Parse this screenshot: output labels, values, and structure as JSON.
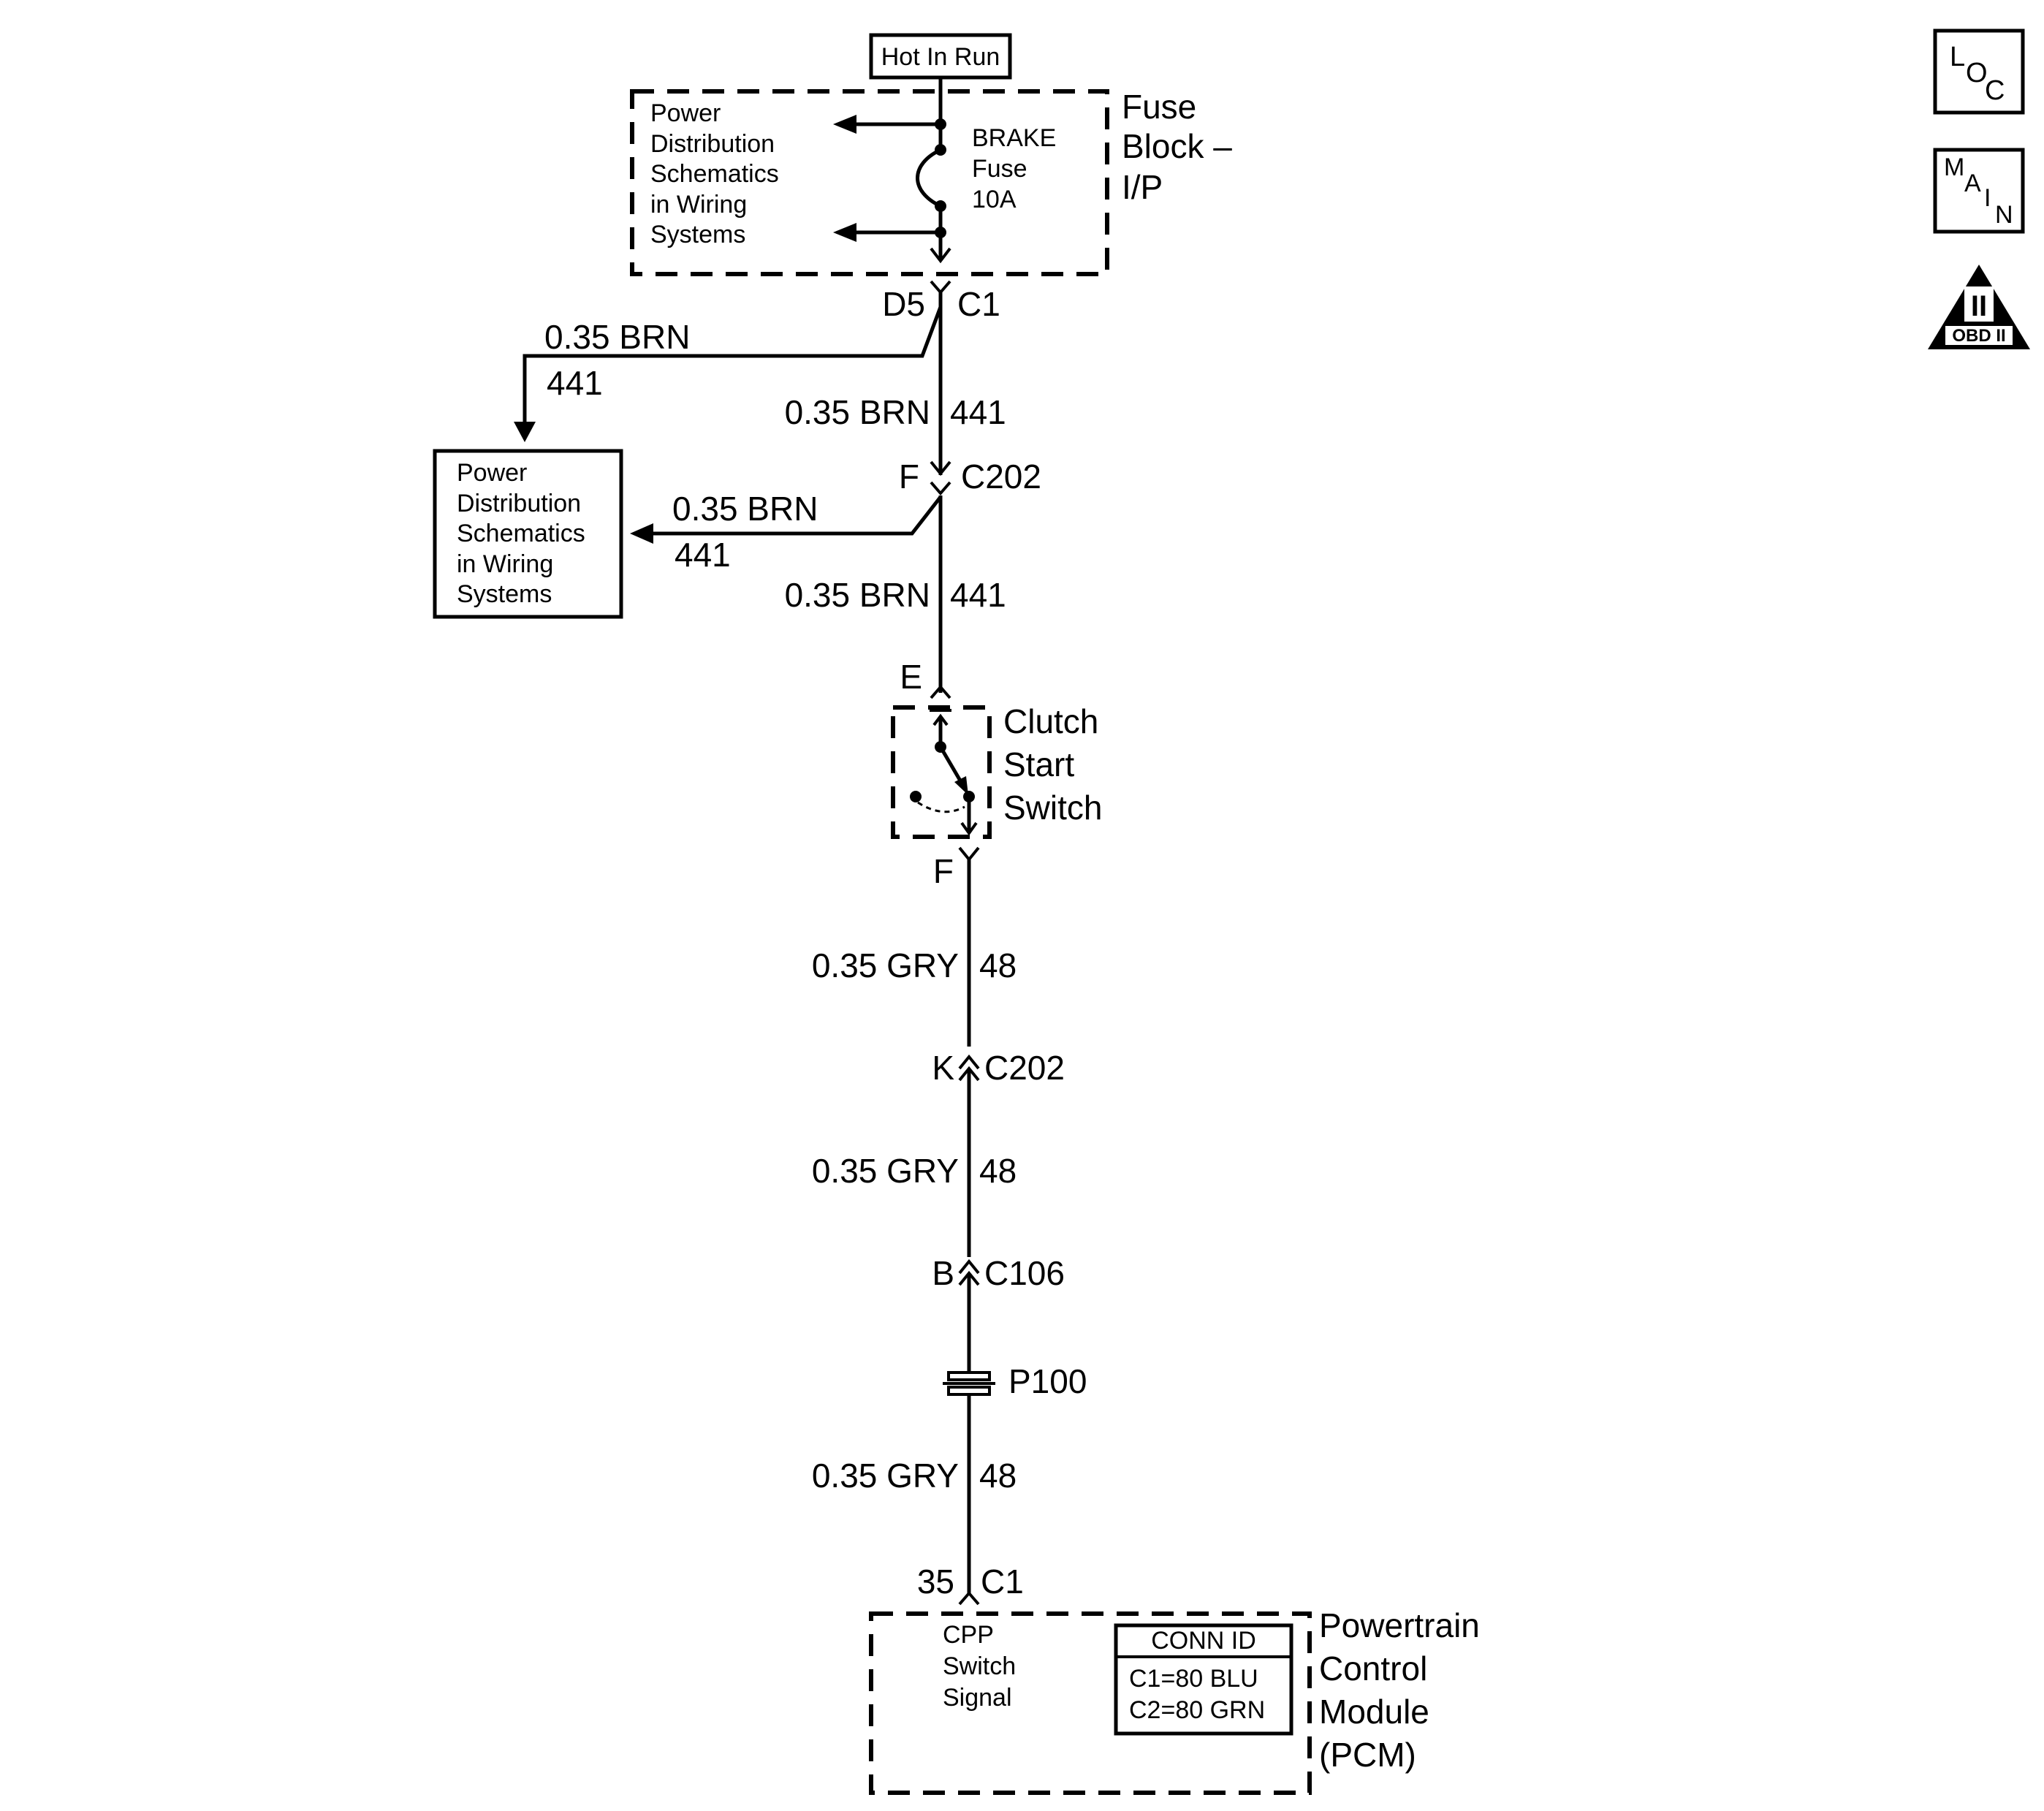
{
  "supply": {
    "label": "Hot In Run"
  },
  "fuse_block": {
    "ref_lines": [
      "Power",
      "Distribution",
      "Schematics",
      "in Wiring",
      "Systems"
    ],
    "fuse_lines": [
      "BRAKE",
      "Fuse",
      "10A"
    ],
    "name_lines": [
      "Fuse",
      "Block –",
      "I/P"
    ],
    "pin": "D5",
    "connector": "C1"
  },
  "branch_left": {
    "wire": "0.35 BRN",
    "circuit": "441"
  },
  "wire_1": {
    "wire": "0.35 BRN",
    "circuit": "441"
  },
  "c202_top": {
    "pin": "F",
    "connector": "C202"
  },
  "branch_mid": {
    "wire": "0.35 BRN",
    "circuit": "441"
  },
  "ref_box": {
    "lines": [
      "Power",
      "Distribution",
      "Schematics",
      "in Wiring",
      "Systems"
    ]
  },
  "wire_2": {
    "wire": "0.35 BRN",
    "circuit": "441"
  },
  "clutch_switch": {
    "pin_in": "E",
    "pin_out": "F",
    "name_lines": [
      "Clutch",
      "Start",
      "Switch"
    ]
  },
  "wire_3": {
    "wire": "0.35 GRY",
    "circuit": "48"
  },
  "c202_bottom": {
    "pin": "K",
    "connector": "C202"
  },
  "wire_4": {
    "wire": "0.35 GRY",
    "circuit": "48"
  },
  "c106": {
    "pin": "B",
    "connector": "C106"
  },
  "pass_through": {
    "label": "P100"
  },
  "wire_5": {
    "wire": "0.35 GRY",
    "circuit": "48"
  },
  "pcm": {
    "pin": "35",
    "connector": "C1",
    "signal_lines": [
      "CPP",
      "Switch",
      "Signal"
    ],
    "conn_id": {
      "title": "CONN ID",
      "rows": [
        "C1=80 BLU",
        "C2=80 GRN"
      ]
    },
    "name_lines": [
      "Powertrain",
      "Control",
      "Module",
      "(PCM)"
    ]
  },
  "side_icons": {
    "loc": [
      "L",
      "O",
      "C"
    ],
    "main": [
      "M",
      "A",
      "I",
      "N"
    ],
    "obd": {
      "numeral": "II",
      "caption": "OBD II"
    }
  }
}
